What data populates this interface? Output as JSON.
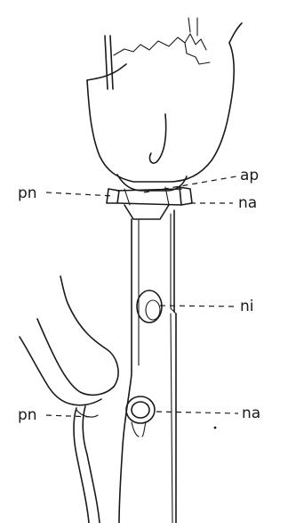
{
  "figure": {
    "labels": {
      "ap": "ap",
      "na_upper": "na",
      "pn_upper": "pn",
      "ni": "ni",
      "pn_lower": "pn",
      "na_lower": "na"
    }
  }
}
